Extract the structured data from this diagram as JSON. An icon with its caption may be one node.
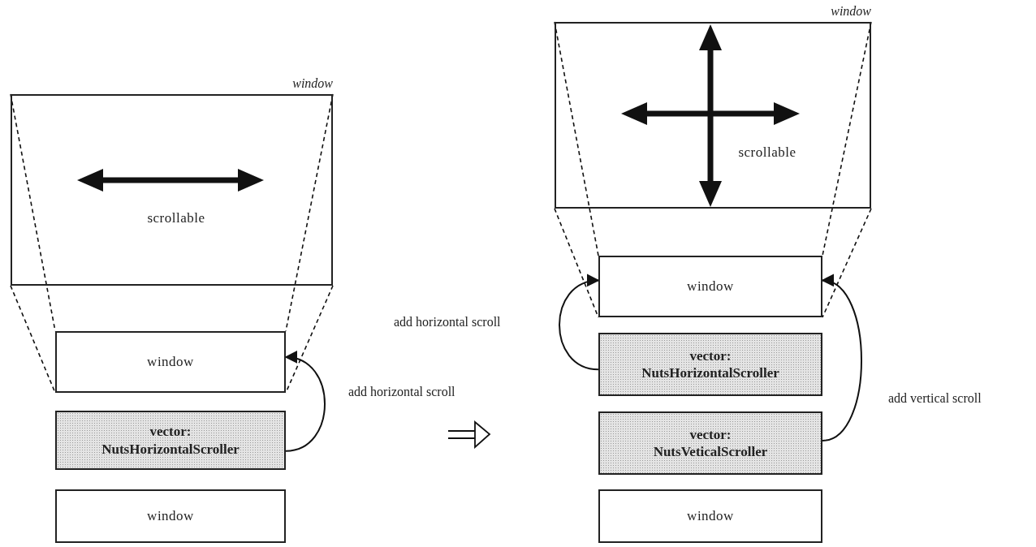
{
  "diagram": {
    "nodes": [
      {
        "text": [
          "window",
          "scrollable"
        ]
      },
      {
        "text": [
          "window"
        ]
      },
      {
        "text": [
          "vector: NutsHorizontalScroller"
        ]
      },
      {
        "text": [
          "window"
        ]
      },
      {
        "text": [
          "window",
          "scrollable"
        ]
      },
      {
        "text": [
          "window"
        ]
      },
      {
        "text": [
          "vector: NutsHorizontalScroller"
        ]
      },
      {
        "text": [
          "vector: NutsVeticalScroller"
        ]
      },
      {
        "text": [
          "window"
        ]
      }
    ],
    "edges": [
      {
        "from": 2,
        "to": 1,
        "arrow": "to",
        "label": "add horizontal scroll"
      },
      {
        "from": 0,
        "to": 1,
        "arrow": "none",
        "style": "dashed"
      },
      {
        "from": 0,
        "to": 1,
        "arrow": "none",
        "style": "dashed"
      },
      {
        "from": 0,
        "to": 1,
        "arrow": "none",
        "style": "dashed"
      },
      {
        "from": 0,
        "to": 1,
        "arrow": "none",
        "style": "dashed"
      },
      {
        "from": 6,
        "to": 5,
        "arrow": "to",
        "label": "add horizontal scroll"
      },
      {
        "from": 7,
        "to": 5,
        "arrow": "to",
        "label": "add vertical scroll"
      },
      {
        "from": 4,
        "to": 5,
        "arrow": "none",
        "style": "dashed"
      },
      {
        "from": 4,
        "to": 5,
        "arrow": "none",
        "style": "dashed"
      },
      {
        "from": 4,
        "to": 5,
        "arrow": "none",
        "style": "dashed"
      },
      {
        "from": 4,
        "to": 5,
        "arrow": "none",
        "style": "dashed"
      }
    ]
  }
}
